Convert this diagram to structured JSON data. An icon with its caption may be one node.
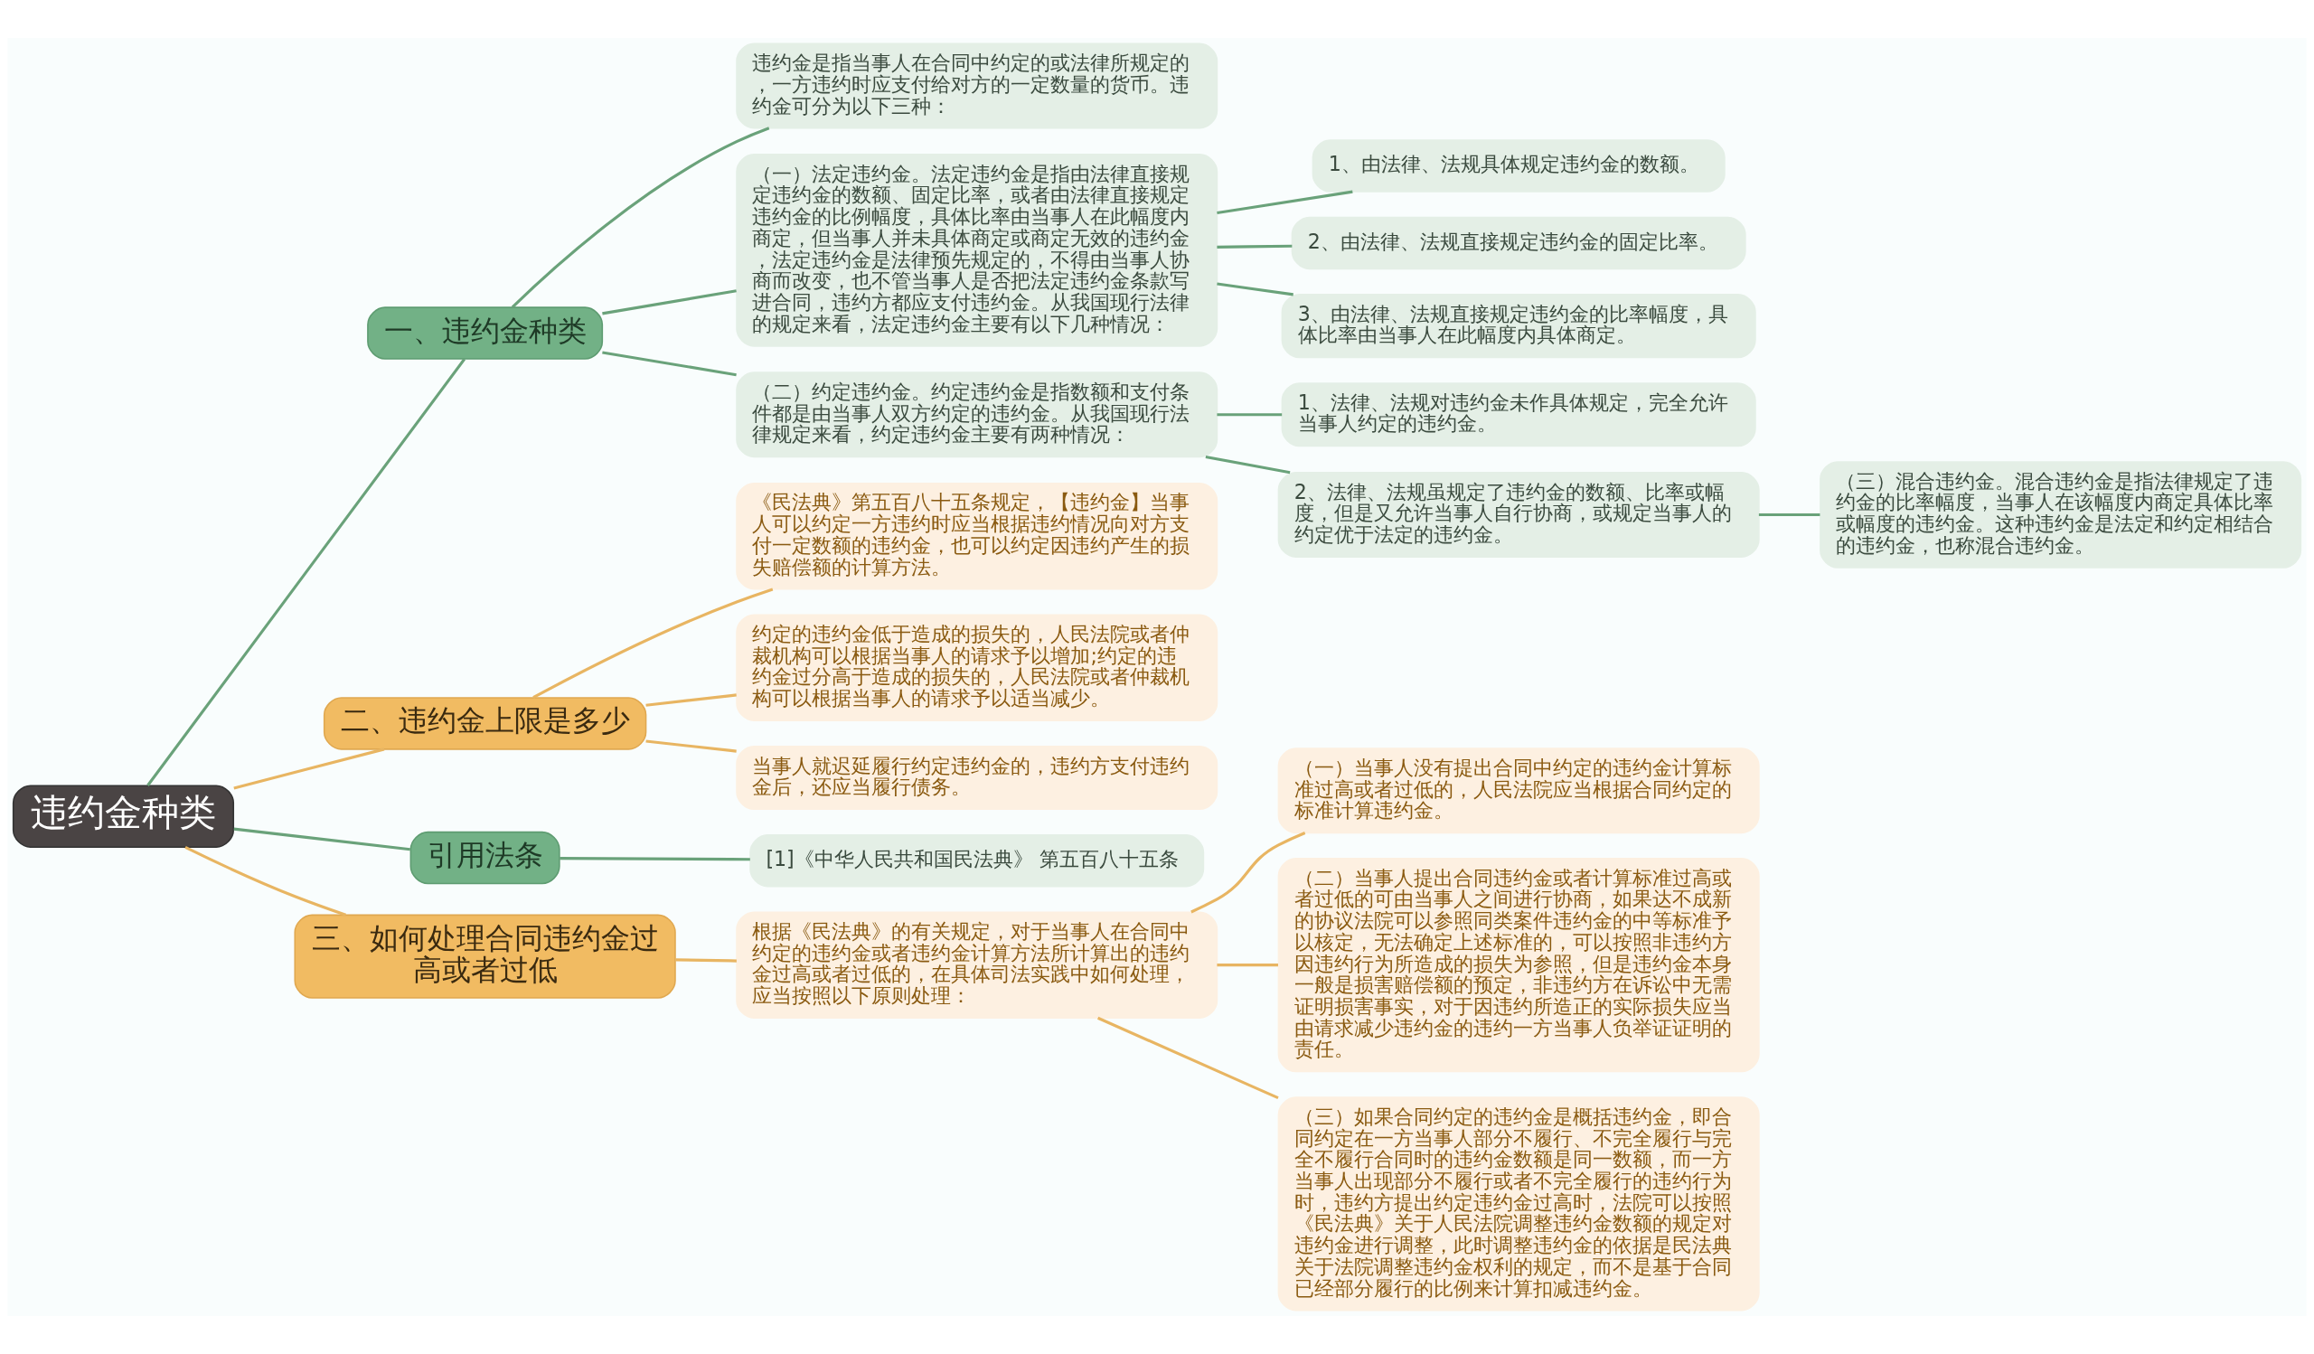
{
  "diagram": {
    "nodes": [
      {
        "text": [
          "违约金种类"
        ]
      },
      {
        "text": [
          "一、违约金种类"
        ]
      },
      {
        "text": [
          "违约金是指当事人在合同中约定的或法律所规定的，一方违约时应支付给对方的一定数量的货币。违约金可分为以下三种："
        ]
      },
      {
        "text": [
          "（一）法定违约金。法定违约金是指由法律直接规定违约金的数额、固定比率，或者由法律直接规定违约金的比例幅度，具体比率由当事人在此幅度内商定，但当事人并未具体商定或商定无效的违约金，法定违约金是法律预先规定的，不得由当事人协商而改变，也不管当事人是否把法定违约金条款写进合同，违约方都应支付违约金。从我国现行法律的规定来看，法定违约金主要有以下几种情况："
        ]
      },
      {
        "text": [
          "1、由法律、法规具体规定违约金的数额。"
        ]
      },
      {
        "text": [
          "2、由法律、法规直接规定违约金的固定比率。"
        ]
      },
      {
        "text": [
          "3、由法律、法规直接规定违约金的比率幅度，具体比率由当事人在此幅度内具体商定。"
        ]
      },
      {
        "text": [
          "（二）约定违约金。约定违约金是指数额和支付条件都是由当事人双方约定的违约金。从我国现行法律规定来看，约定违约金主要有两种情况："
        ]
      },
      {
        "text": [
          "1、法律、法规对违约金未作具体规定，完全允许当事人约定的违约金。"
        ]
      },
      {
        "text": [
          "2、法律、法规虽规定了违约金的数额、比率或幅度，但是又允许当事人自行协商，或规定当事人的约定优于法定的违约金。"
        ]
      },
      {
        "text": [
          "（三）混合违约金。混合违约金是指法律规定了违约金的比率幅度，当事人在该幅度内商定具体比率或幅度的违约金。这种违约金是法定和约定相结合的违约金，也称混合违约金。"
        ]
      },
      {
        "text": [
          "二、违约金上限是多少"
        ]
      },
      {
        "text": [
          "《民法典》第五百八十五条规定，【违约金】当事人可以约定一方违约时应当根据违约情况向对方支付一定数额的违约金，也可以约定因违约产生的损失赔偿额的计算方法。"
        ]
      },
      {
        "text": [
          "约定的违约金低于造成的损失的，人民法院或者仲裁机构可以根据当事人的请求予以增加;约定的违约金过分高于造成的损失的，人民法院或者仲裁机构可以根据当事人的请求予以适当减少。"
        ]
      },
      {
        "text": [
          "当事人就迟延履行约定违约金的，违约方支付违约金后，还应当履行债务。"
        ]
      },
      {
        "text": [
          "引用法条"
        ]
      },
      {
        "text": [
          "[1]《中华人民共和国民法典》 第五百八十五条"
        ]
      },
      {
        "text": [
          "三、如何处理合同违约金过高或者过低"
        ]
      },
      {
        "text": [
          "根据《民法典》的有关规定，对于当事人在合同中约定的违约金或者违约金计算方法所计算出的违约金过高或者过低的，在具体司法实践中如何处理，应当按照以下原则处理："
        ]
      },
      {
        "text": [
          "（一）当事人没有提出合同中约定的违约金计算标准过高或者过低的，人民法院应当根据合同约定的标准计算违约金。"
        ]
      },
      {
        "text": [
          "（二）当事人提出合同违约金或者计算标准过高或者过低的可由当事人之间进行协商，如果达不成新的协议法院可以参照同类案件违约金的中等标准予以核定，无法确定上述标准的，可以按照非违约方因违约行为所造成的损失为参照，但是违约金本身一般是损害赔偿额的预定，非违约方在诉讼中无需证明损害事实，对于因违约所造正的实际损失应当由请求减少违约金的违约一方当事人负举证证明的责任。"
        ]
      },
      {
        "text": [
          "（三）如果合同约定的违约金是概括违约金，即合同约定在一方当事人部分不履行、不完全履行与完全不履行合同时的违约金数额是同一数额，而一方当事人出现部分不履行或者不完全履行的违约行为时，违约方提出约定违约金过高时，法院可以按照《民法典》关于人民法院调整违约金数额的规定对违约金进行调整，此时调整违约金的依据是民法典关于法院调整违约金权利的规定，而不是基于合同已经部分履行的比例来计算扣减违约金。"
        ]
      }
    ],
    "edges": [
      {
        "from": 0,
        "to": 1,
        "arrow": "none"
      },
      {
        "from": 1,
        "to": 2,
        "arrow": "none"
      },
      {
        "from": 1,
        "to": 3,
        "arrow": "none"
      },
      {
        "from": 3,
        "to": 4,
        "arrow": "none"
      },
      {
        "from": 3,
        "to": 5,
        "arrow": "none"
      },
      {
        "from": 3,
        "to": 6,
        "arrow": "none"
      },
      {
        "from": 1,
        "to": 7,
        "arrow": "none"
      },
      {
        "from": 7,
        "to": 8,
        "arrow": "none"
      },
      {
        "from": 7,
        "to": 9,
        "arrow": "none"
      },
      {
        "from": 9,
        "to": 10,
        "arrow": "none"
      },
      {
        "from": 0,
        "to": 11,
        "arrow": "none",
        "color": "#e8b562"
      },
      {
        "from": 11,
        "to": 12,
        "arrow": "none",
        "color": "#e8b562"
      },
      {
        "from": 11,
        "to": 13,
        "arrow": "none",
        "color": "#e8b562"
      },
      {
        "from": 11,
        "to": 14,
        "arrow": "none",
        "color": "#e8b562"
      },
      {
        "from": 0,
        "to": 15,
        "arrow": "none"
      },
      {
        "from": 15,
        "to": 16,
        "arrow": "none"
      },
      {
        "from": 0,
        "to": 17,
        "arrow": "none",
        "color": "#e8b562"
      },
      {
        "from": 17,
        "to": 18,
        "arrow": "none",
        "color": "#e8b562"
      },
      {
        "from": 18,
        "to": 19,
        "arrow": "none",
        "color": "#e8b562"
      },
      {
        "from": 18,
        "to": 20,
        "arrow": "none",
        "color": "#e8b562"
      },
      {
        "from": 18,
        "to": 21,
        "arrow": "none",
        "color": "#e8b562"
      }
    ]
  }
}
